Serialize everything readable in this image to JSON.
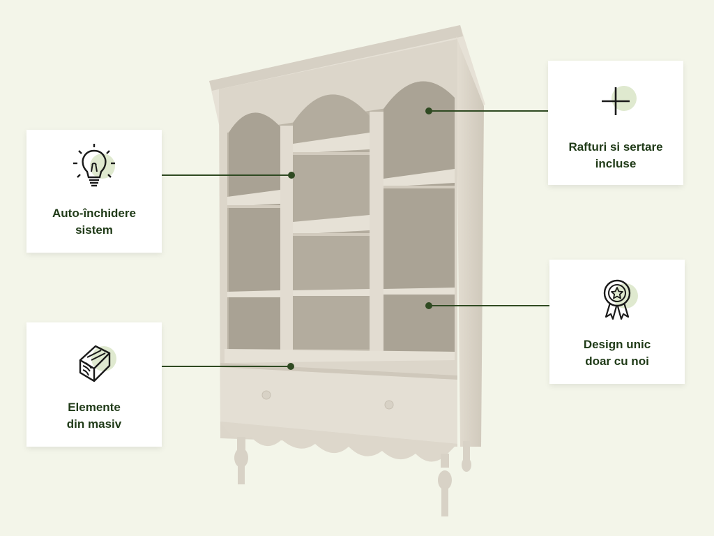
{
  "features": [
    {
      "id": "auto",
      "icon": "lightbulb-icon",
      "line1": "Auto-închidere",
      "line2": "sistem"
    },
    {
      "id": "masiv",
      "icon": "wood-log-icon",
      "line1": "Elemente",
      "line2": "din masiv"
    },
    {
      "id": "rafturi",
      "icon": "plus-icon",
      "line1": "Rafturi si sertare",
      "line2": "incluse"
    },
    {
      "id": "design",
      "icon": "award-ribbon-icon",
      "line1": "Design unic",
      "line2": "doar cu noi"
    }
  ],
  "colors": {
    "background": "#f3f5e9",
    "accent": "#2f4a22",
    "icon_blob": "#dfe9cf",
    "furniture": "#ddd7cb",
    "text": "#1f3a17"
  }
}
